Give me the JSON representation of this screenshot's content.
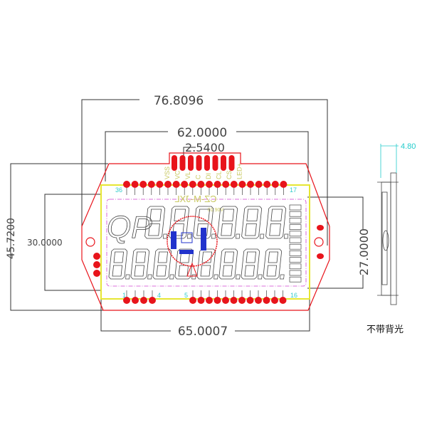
{
  "dimensions": {
    "overall_width": "76.8096",
    "board_width": "62.0000",
    "pin_pitch": "2.5400",
    "overall_height": "45.7200",
    "glass_height": "30.0000",
    "view_height": "27.0000",
    "glass_width": "65.0007",
    "thickness": "4.80"
  },
  "pin_labels": [
    "VSS",
    "VC",
    "VL",
    "C",
    "DI",
    "CL",
    "CS",
    "LED+"
  ],
  "pin_numbers": {
    "top_left": "36",
    "top_right": "17",
    "bottom_1": "1",
    "bottom_4": "4",
    "bottom_5": "5",
    "bottom_16": "16"
  },
  "glass_text": {
    "model": "CZ-M-JXL",
    "version": "01:90V",
    "prefix": "QP"
  },
  "caption": "不带背光",
  "colors": {
    "board": "#e8141b",
    "glass": "#e6e633",
    "viewing": "#d040d0",
    "dimension": "#333333",
    "thickness": "#22cccc",
    "pin_num": "#33cccc",
    "hilite": "#2233cc"
  }
}
